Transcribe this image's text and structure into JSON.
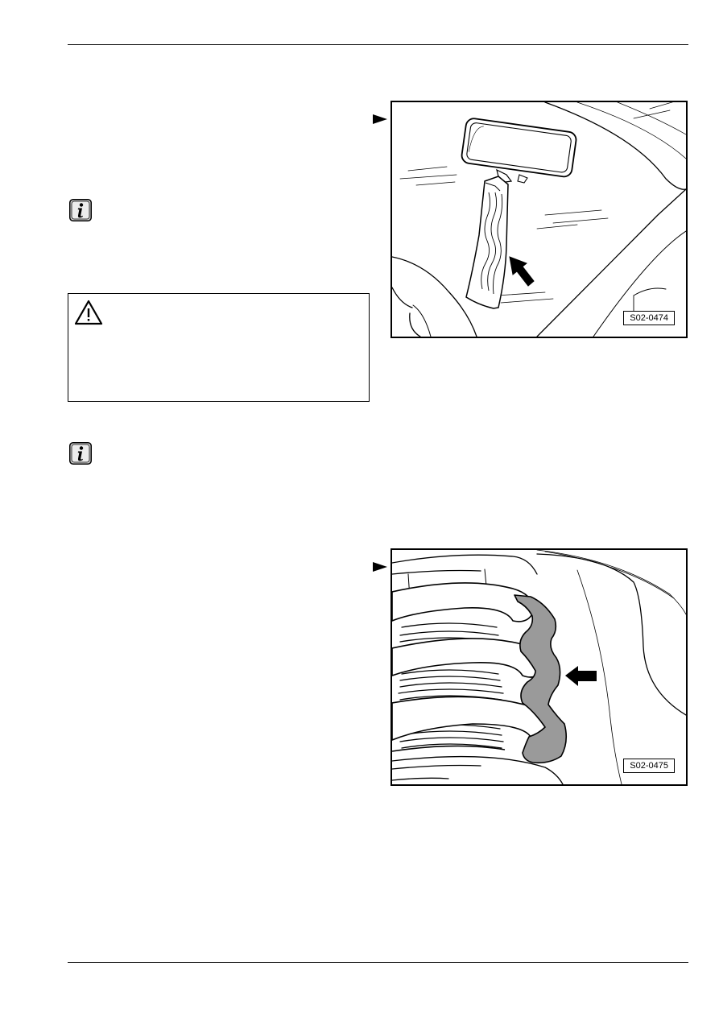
{
  "figures": [
    {
      "label": "S02-0474",
      "icon": "rearview-mirror-with-release-tool-illustration"
    },
    {
      "label": "S02-0475",
      "icon": "coil-spring-with-protective-sleeve-illustration"
    }
  ],
  "icons": {
    "note": "info-icon",
    "warning": "warning-triangle-icon",
    "figure_pointer": "arrow-pointer-icon",
    "figure_arrow": "direction-arrow-icon"
  },
  "colors": {
    "line": "#000000",
    "highlight": "#9a9a9a",
    "icon_fill": "#d4d4d4"
  }
}
